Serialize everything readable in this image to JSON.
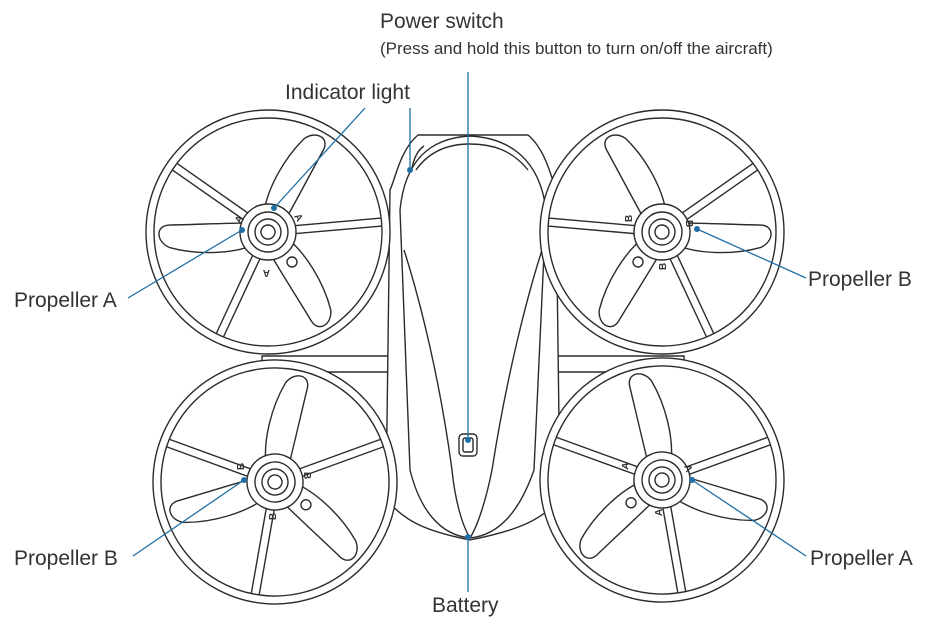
{
  "labels": {
    "power_switch_title": "Power switch",
    "power_switch_note": "(Press and hold this button to turn on/off the aircraft)",
    "indicator_light": "Indicator light",
    "propeller_a_top_left": "Propeller A",
    "propeller_b_top_right": "Propeller B",
    "propeller_b_bottom_left": "Propeller B",
    "propeller_a_bottom_right": "Propeller A",
    "battery": "Battery"
  },
  "blade_letters": {
    "top_left": "A",
    "top_right": "B",
    "bottom_left": "B",
    "bottom_right": "A"
  },
  "colors": {
    "leader_line": "#1f6fa5",
    "drawing_ink": "#2b2b2b",
    "label_text": "#333333"
  }
}
